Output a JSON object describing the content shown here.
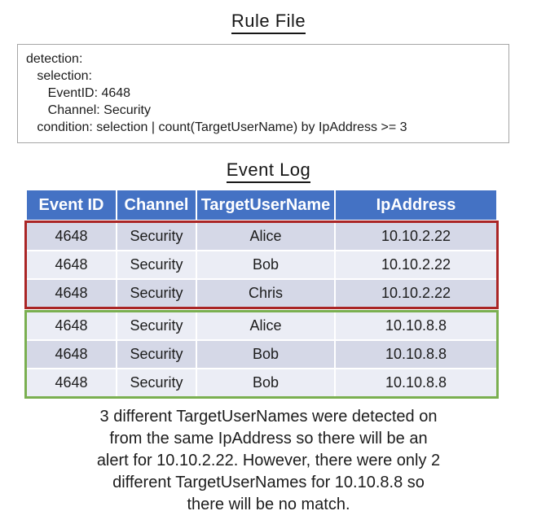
{
  "rule_file": {
    "title": "Rule File",
    "code": "detection:\n   selection:\n      EventID: 4648\n      Channel: Security\n   condition: selection | count(TargetUserName) by IpAddress >= 3"
  },
  "event_log": {
    "title": "Event Log",
    "headers": [
      "Event ID",
      "Channel",
      "TargetUserName",
      "IpAddress"
    ],
    "matched_rows": [
      [
        "4648",
        "Security",
        "Alice",
        "10.10.2.22"
      ],
      [
        "4648",
        "Security",
        "Bob",
        "10.10.2.22"
      ],
      [
        "4648",
        "Security",
        "Chris",
        "10.10.2.22"
      ]
    ],
    "unmatched_rows": [
      [
        "4648",
        "Security",
        "Alice",
        "10.10.8.8"
      ],
      [
        "4648",
        "Security",
        "Bob",
        "10.10.8.8"
      ],
      [
        "4648",
        "Security",
        "Bob",
        "10.10.8.8"
      ]
    ]
  },
  "caption": {
    "text": "3 different TargetUserNames were detected on\nfrom the same IpAddress so there will be an\nalert for 10.10.2.22. However, there were only 2\ndifferent TargetUserNames for 10.10.8.8 so\nthere will be no match."
  },
  "colors": {
    "header_bg": "#4472C4",
    "band_dark": "#D5D8E7",
    "band_light": "#EBEDF5",
    "match_border": "#AA2525",
    "no_match_border": "#7AAF50"
  }
}
